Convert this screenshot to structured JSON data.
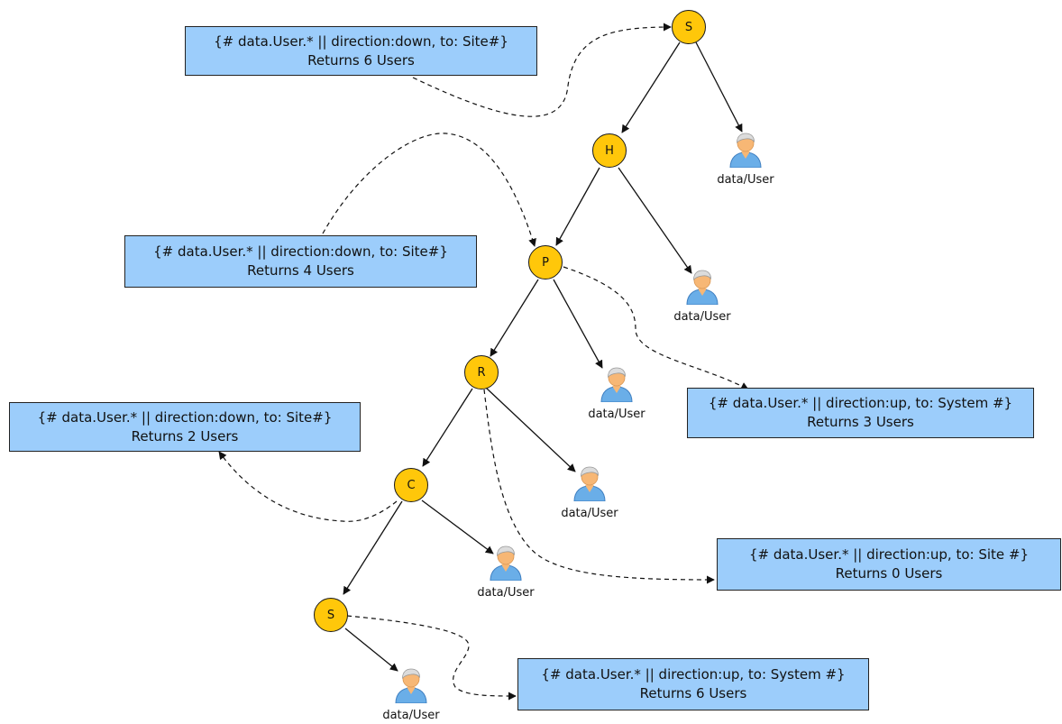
{
  "nodes": [
    {
      "id": "s_top",
      "label": "S"
    },
    {
      "id": "h",
      "label": "H"
    },
    {
      "id": "p",
      "label": "P"
    },
    {
      "id": "r",
      "label": "R"
    },
    {
      "id": "c",
      "label": "C"
    },
    {
      "id": "s_bottom",
      "label": "S"
    }
  ],
  "users": [
    {
      "id": "user_s",
      "label": "data/User"
    },
    {
      "id": "user_h",
      "label": "data/User"
    },
    {
      "id": "user_p",
      "label": "data/User"
    },
    {
      "id": "user_r",
      "label": "data/User"
    },
    {
      "id": "user_c",
      "label": "data/User"
    },
    {
      "id": "user_s2",
      "label": "data/User"
    }
  ],
  "notes": [
    {
      "id": "note_s_top",
      "query": "{# data.User.* || direction:down, to: Site#}",
      "result": "Returns 6 Users"
    },
    {
      "id": "note_p_down",
      "query": "{# data.User.* || direction:down, to: Site#}",
      "result": "Returns 4 Users"
    },
    {
      "id": "note_p_up",
      "query": "{# data.User.* || direction:up, to: System #}",
      "result": "Returns 3 Users"
    },
    {
      "id": "note_c",
      "query": "{# data.User.* || direction:down, to: Site#}",
      "result": "Returns 2 Users"
    },
    {
      "id": "note_r",
      "query": "{# data.User.* || direction:up, to: Site #}",
      "result": "Returns 0 Users"
    },
    {
      "id": "note_s_bottom",
      "query": "{# data.User.* || direction:up, to: System #}",
      "result": "Returns 6 Users"
    }
  ],
  "colors": {
    "node_fill": "#ffc70a",
    "note_fill": "#9ccdfb",
    "stroke": "#1a1a1a",
    "user_shirt": "#6aaee8",
    "user_skin": "#f7b775",
    "user_hair": "#dcdcdc"
  },
  "icons": {
    "user": "user-icon"
  }
}
